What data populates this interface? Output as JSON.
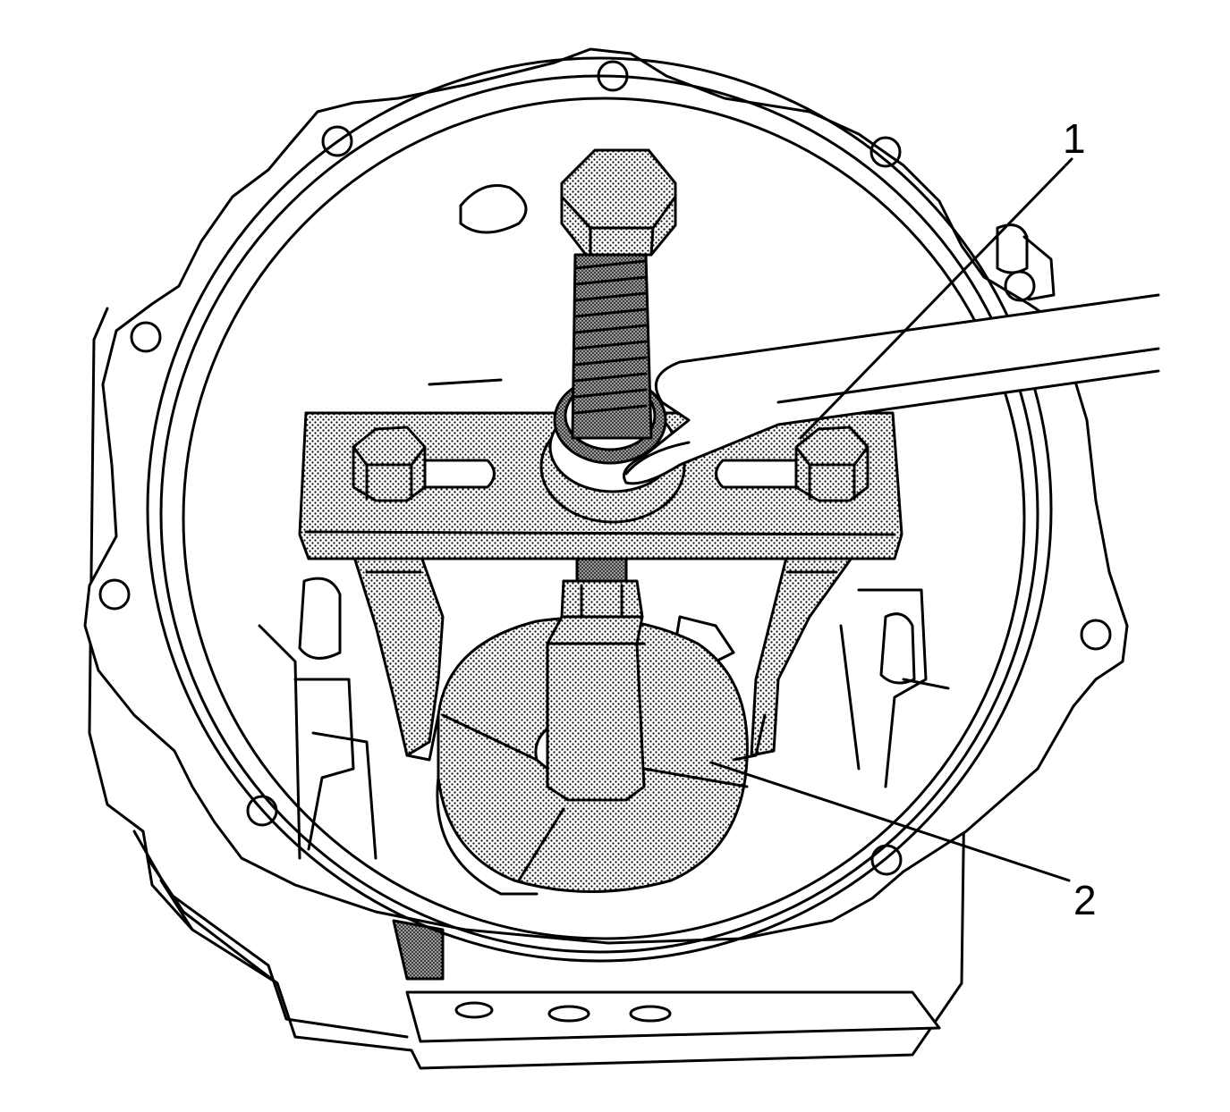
{
  "callouts": [
    {
      "id": "1",
      "text": "1"
    },
    {
      "id": "2",
      "text": "2"
    }
  ],
  "colors": {
    "line": "#000000",
    "background": "#ffffff",
    "shading": "#b8b8b8"
  }
}
